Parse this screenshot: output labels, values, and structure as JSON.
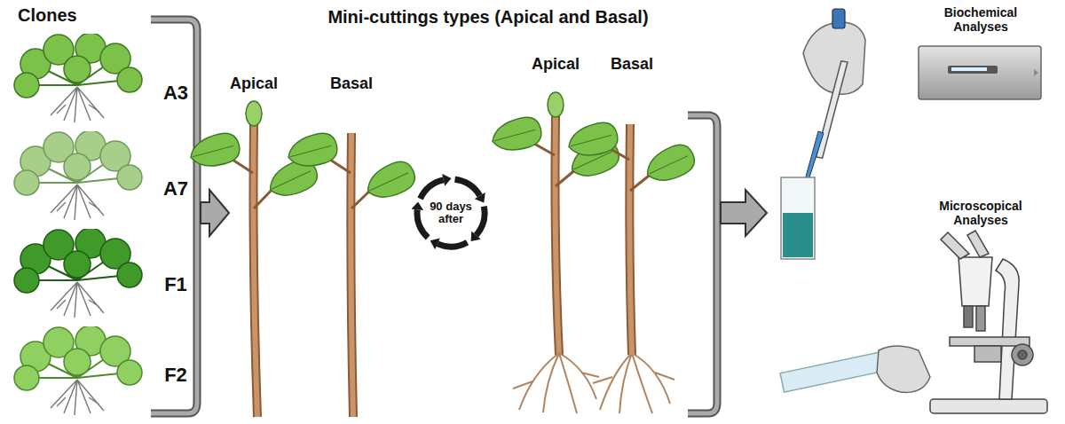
{
  "diagram": {
    "nodes": [
      {
        "text": [
          "90 days after"
        ]
      }
    ],
    "labels": [
      "Clones",
      "A3",
      "A7",
      "F1",
      "F2",
      "Mini-cuttings types (Apical and Basal)",
      "Apical",
      "Basal",
      "Apical",
      "Basal",
      "Biochemical Analyses",
      "Microscopical Analyses"
    ]
  }
}
